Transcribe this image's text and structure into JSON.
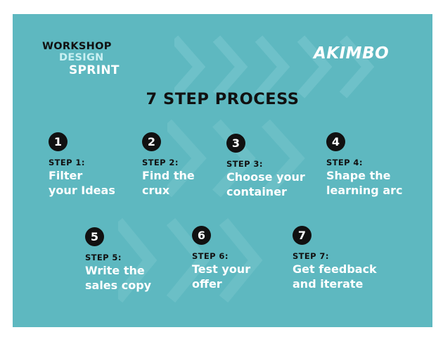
{
  "brand": {
    "line1": "WORKSHOP",
    "line2": "DESIGN",
    "line3": "SPRINT",
    "logo": "AKIMBO"
  },
  "title": "7 STEP PROCESS",
  "colors": {
    "background": "#5eb8c0",
    "dark": "#111111",
    "light": "#ffffff",
    "accent": "#c9f0f2"
  },
  "steps": [
    {
      "number": "1",
      "label": "STEP 1:",
      "line1": "Filter",
      "line2": "your Ideas"
    },
    {
      "number": "2",
      "label": "STEP 2:",
      "line1": "Find the",
      "line2": "crux"
    },
    {
      "number": "3",
      "label": "STEP 3:",
      "line1": "Choose  your",
      "line2": "container"
    },
    {
      "number": "4",
      "label": "STEP 4:",
      "line1": "Shape the",
      "line2": "learning arc"
    },
    {
      "number": "5",
      "label": "STEP 5:",
      "line1": "Write the",
      "line2": "sales copy"
    },
    {
      "number": "6",
      "label": "STEP 6:",
      "line1": "Test your",
      "line2": "offer"
    },
    {
      "number": "7",
      "label": "STEP 7:",
      "line1": "Get feedback",
      "line2": "and iterate"
    }
  ]
}
